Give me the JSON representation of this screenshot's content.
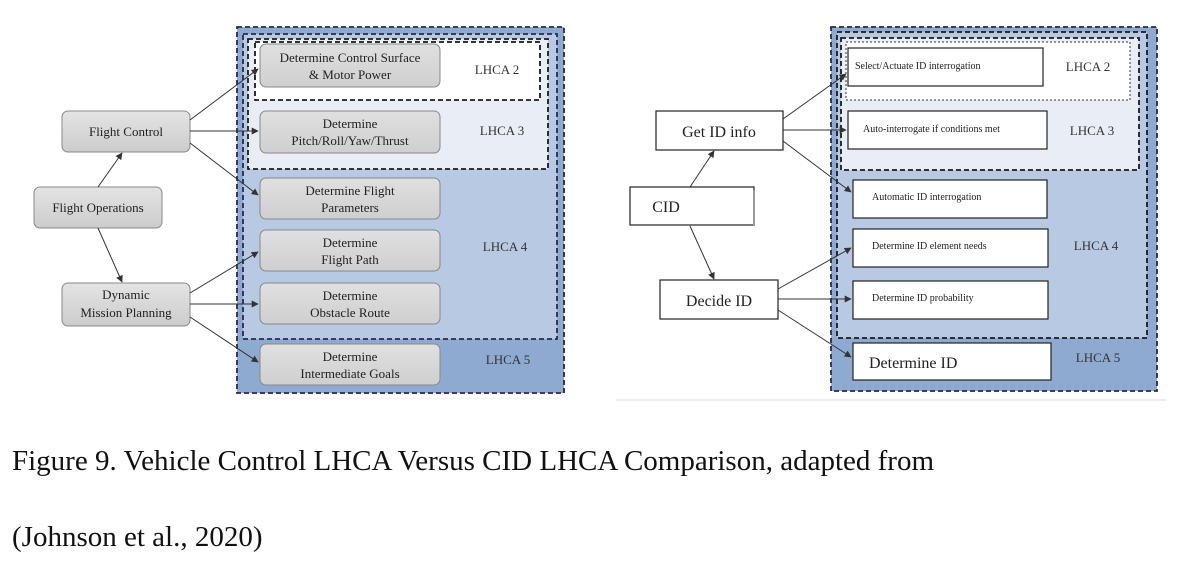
{
  "left": {
    "lhca_labels": {
      "l2": "LHCA 2",
      "l3": "LHCA 3",
      "l4": "LHCA 4",
      "l5": "LHCA 5"
    },
    "sources": {
      "flight_control": "Flight Control",
      "flight_operations": "Flight Operations",
      "dynamic_mission_planning": [
        "Dynamic",
        "Mission Planning"
      ]
    },
    "boxes": {
      "control_surface": [
        "Determine Control Surface",
        "& Motor Power"
      ],
      "pitch_roll": [
        "Determine",
        "Pitch/Roll/Yaw/Thrust"
      ],
      "flight_params": [
        "Determine Flight",
        "Parameters"
      ],
      "flight_path": [
        "Determine",
        "Flight Path"
      ],
      "obstacle_route": [
        "Determine",
        "Obstacle Route"
      ],
      "intermediate_goals": [
        "Determine",
        "Intermediate Goals"
      ]
    }
  },
  "right": {
    "lhca_labels": {
      "l2": "LHCA 2",
      "l3": "LHCA 3",
      "l4": "LHCA 4",
      "l5": "LHCA 5"
    },
    "sources": {
      "get_id_info": "Get ID info",
      "cid": "CID",
      "decide_id": "Decide ID"
    },
    "boxes": {
      "select_actuate": "Select/Actuate ID interrogation",
      "auto_interrogate": "Auto-interrogate if conditions met",
      "automatic_id": "Automatic ID interrogation",
      "element_needs": "Determine ID element needs",
      "probability": "Determine ID probability",
      "determine_id": "Determine ID"
    }
  },
  "caption": {
    "line1": "Figure 9. Vehicle Control LHCA Versus CID LHCA Comparison, adapted from",
    "line2": "(Johnson et al., 2020)"
  }
}
